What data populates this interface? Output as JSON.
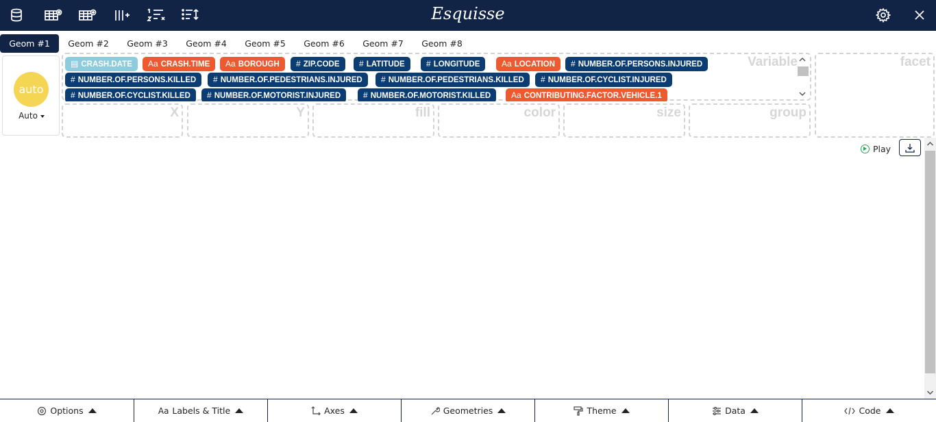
{
  "app": {
    "title": "Esquisse"
  },
  "toolbar": {
    "icons": [
      "database-icon",
      "table-view-icon",
      "table-edit-icon",
      "add-columns-icon",
      "sort-numbers-icon",
      "sort-list-icon"
    ],
    "settings_icon": "gear-icon",
    "close_icon": "close-icon"
  },
  "tabs": [
    "Geom #1",
    "Geom #2",
    "Geom #3",
    "Geom #4",
    "Geom #5",
    "Geom #6",
    "Geom #7",
    "Geom #8"
  ],
  "geom": {
    "circle_text": "auto",
    "select_label": "Auto"
  },
  "variables": {
    "placeholder": "Variable",
    "items": [
      {
        "label": "CRASH.DATE",
        "type": "date"
      },
      {
        "label": "CRASH.TIME",
        "type": "chr"
      },
      {
        "label": "BOROUGH",
        "type": "chr"
      },
      {
        "label": "ZIP.CODE",
        "type": "num"
      },
      {
        "label": "LATITUDE",
        "type": "num"
      },
      {
        "label": "LONGITUDE",
        "type": "num"
      },
      {
        "label": "LOCATION",
        "type": "chr"
      },
      {
        "label": "NUMBER.OF.PERSONS.INJURED",
        "type": "num"
      },
      {
        "label": "NUMBER.OF.PERSONS.KILLED",
        "type": "num"
      },
      {
        "label": "NUMBER.OF.PEDESTRIANS.INJURED",
        "type": "num"
      },
      {
        "label": "NUMBER.OF.PEDESTRIANS.KILLED",
        "type": "num"
      },
      {
        "label": "NUMBER.OF.CYCLIST.INJURED",
        "type": "num"
      },
      {
        "label": "NUMBER.OF.CYCLIST.KILLED",
        "type": "num"
      },
      {
        "label": "NUMBER.OF.MOTORIST.INJURED",
        "type": "num"
      },
      {
        "label": "NUMBER.OF.MOTORIST.KILLED",
        "type": "num"
      },
      {
        "label": "CONTRIBUTING.FACTOR.VEHICLE.1",
        "type": "chr"
      }
    ]
  },
  "dropzones": {
    "facet": "facet",
    "x": "X",
    "y": "Y",
    "fill": "fill",
    "color": "color",
    "size": "size",
    "group": "group"
  },
  "play": {
    "label": "Play"
  },
  "bottom": [
    "Options",
    "Labels & Title",
    "Axes",
    "Geometries",
    "Theme",
    "Data",
    "Code"
  ]
}
